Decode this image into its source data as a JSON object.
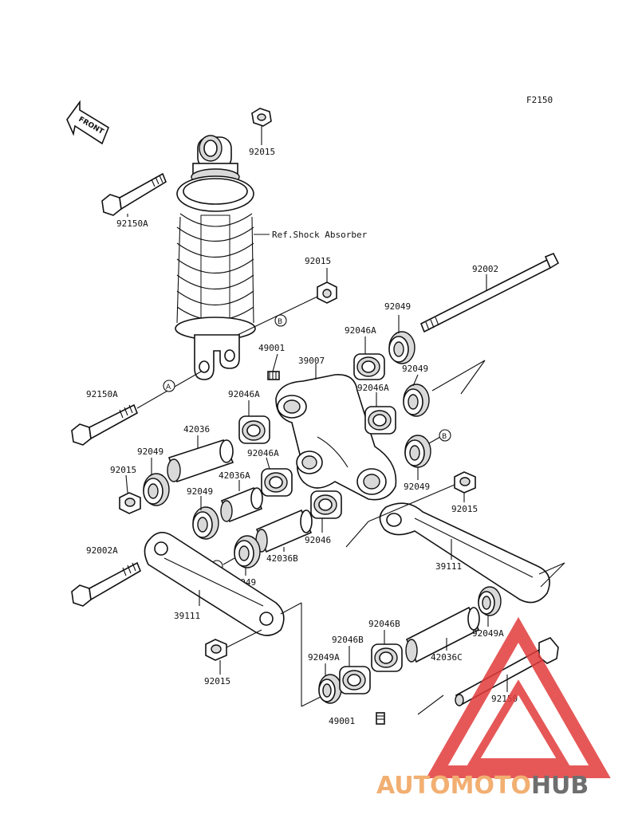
{
  "diagram_code": "F2150",
  "front_label": "FRONT",
  "ref_label": "Ref.Shock Absorber",
  "callouts": [
    "A",
    "B"
  ],
  "part_numbers": {
    "p92015_top": "92015",
    "p92150A_top": "92150A",
    "p92015_b": "92015",
    "p92002_top": "92002",
    "p92049_a": "92049",
    "p92046A_a": "92046A",
    "p49001_top": "49001",
    "p39007": "39007",
    "p92049_b": "92049",
    "p92150A_mid": "92150A",
    "p92046A_b": "92046A",
    "p92046A_c": "92046A",
    "p42036": "42036",
    "p92049_c": "92049",
    "p92015_c": "92015",
    "p92046A_d": "92046A",
    "p42036A": "42036A",
    "p92049_d": "92049",
    "p92049_e": "92049",
    "p92015_d": "92015",
    "p92046": "92046",
    "p42036B": "42036B",
    "p92002A": "92002A",
    "p39111_right": "39111",
    "p92049_f": "92049",
    "p39111_left": "39111",
    "p92046B_a": "92046B",
    "p92046B_b": "92046B",
    "p92049A_a": "92049A",
    "p92049A_b": "92049A",
    "p42036C": "42036C",
    "p92015_e": "92015",
    "p92150": "92150",
    "p49001_bottom": "49001"
  },
  "watermark": {
    "part1": "AUTOMOTO",
    "part2": "HUB",
    "color1": "#f0a25a",
    "color2": "#555555",
    "triangle_color": "#e23b3b"
  }
}
